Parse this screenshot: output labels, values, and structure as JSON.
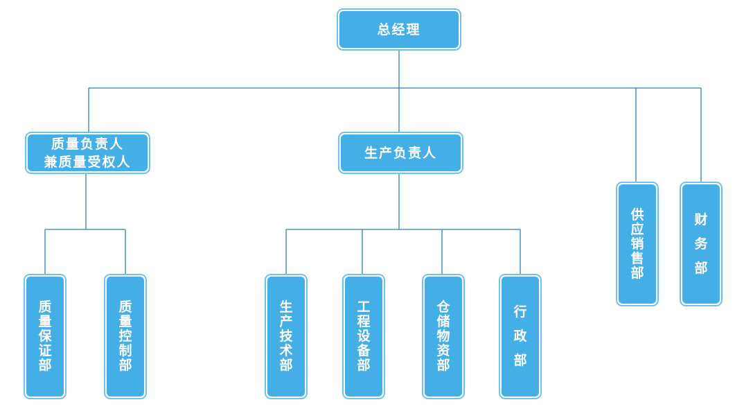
{
  "org_chart": {
    "root": "总经理",
    "quality_head": "质量负责人\n兼质量受权人",
    "production_head": "生产负责人",
    "supply_sales": "供应销售部",
    "finance": "财务部",
    "quality_assurance": "质量保证部",
    "quality_control": "质量控制部",
    "production_tech": "生产技术部",
    "engineering_equipment": "工程设备部",
    "warehouse_materials": "仓储物资部",
    "administration": "行政部"
  },
  "colors": {
    "box_fill": "#44aee6",
    "box_border": "#6cc4ee",
    "connector": "#2c7fb8",
    "text": "#ffffff"
  }
}
